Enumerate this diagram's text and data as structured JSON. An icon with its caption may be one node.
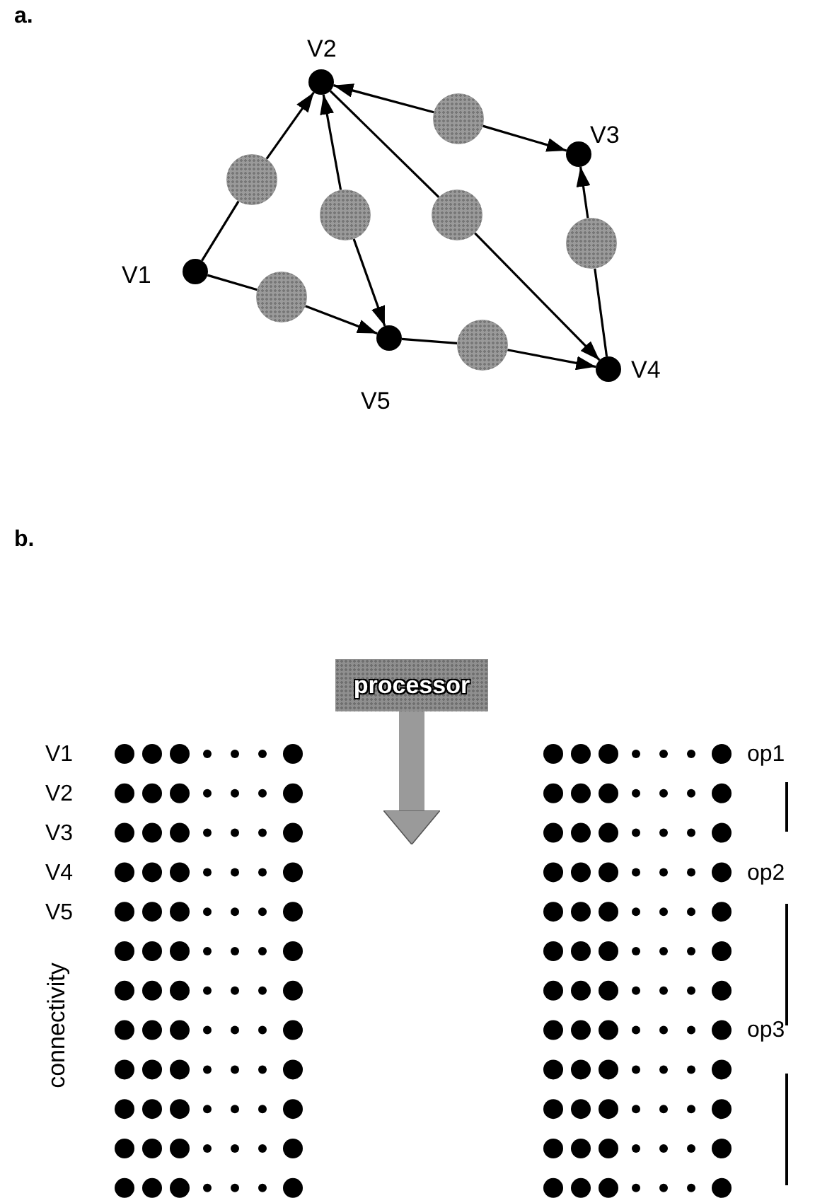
{
  "diagram": {
    "nodes": [
      {
        "text": [],
        "shape": "circle",
        "beside": [
          "V2"
        ]
      },
      {
        "text": [],
        "shape": "circle"
      },
      {
        "text": [],
        "shape": "circle",
        "beside": [
          "V3"
        ]
      },
      {
        "text": [],
        "shape": "circle"
      },
      {
        "text": [],
        "shape": "circle"
      },
      {
        "text": [],
        "shape": "circle"
      },
      {
        "text": [],
        "shape": "circle",
        "beside": [
          "V1"
        ]
      },
      {
        "text": [],
        "shape": "circle"
      },
      {
        "text": [],
        "shape": "circle"
      },
      {
        "text": [],
        "shape": "circle",
        "beside": [
          "V5"
        ]
      },
      {
        "text": [],
        "shape": "circle"
      },
      {
        "text": [],
        "shape": "circle",
        "beside": [
          "V4"
        ]
      },
      {
        "text": [
          "processor"
        ]
      }
    ],
    "edges": [
      {
        "from": 6,
        "to": 3,
        "arrow": "none"
      },
      {
        "from": 3,
        "to": 0,
        "arrow": "to"
      },
      {
        "from": 6,
        "to": 7,
        "arrow": "none"
      },
      {
        "from": 7,
        "to": 9,
        "arrow": "to"
      },
      {
        "from": 4,
        "to": 0,
        "arrow": "to"
      },
      {
        "from": 4,
        "to": 9,
        "arrow": "to"
      },
      {
        "from": 0,
        "to": 5,
        "arrow": "none"
      },
      {
        "from": 5,
        "to": 11,
        "arrow": "to"
      },
      {
        "from": 1,
        "to": 0,
        "arrow": "to"
      },
      {
        "from": 1,
        "to": 2,
        "arrow": "to"
      },
      {
        "from": 9,
        "to": 10,
        "arrow": "none"
      },
      {
        "from": 10,
        "to": 11,
        "arrow": "to"
      },
      {
        "from": 11,
        "to": 8,
        "arrow": "none"
      },
      {
        "from": 8,
        "to": 2,
        "arrow": "to"
      },
      {
        "from": 12,
        "to": null,
        "arrow": "to",
        "style": "thick",
        "color": "#9a9a9a"
      }
    ],
    "labels": [
      "a.",
      "b.",
      "V1",
      "V2",
      "V3",
      "V4",
      "V5",
      "connectivity",
      "op1",
      "op2",
      "op3"
    ]
  }
}
